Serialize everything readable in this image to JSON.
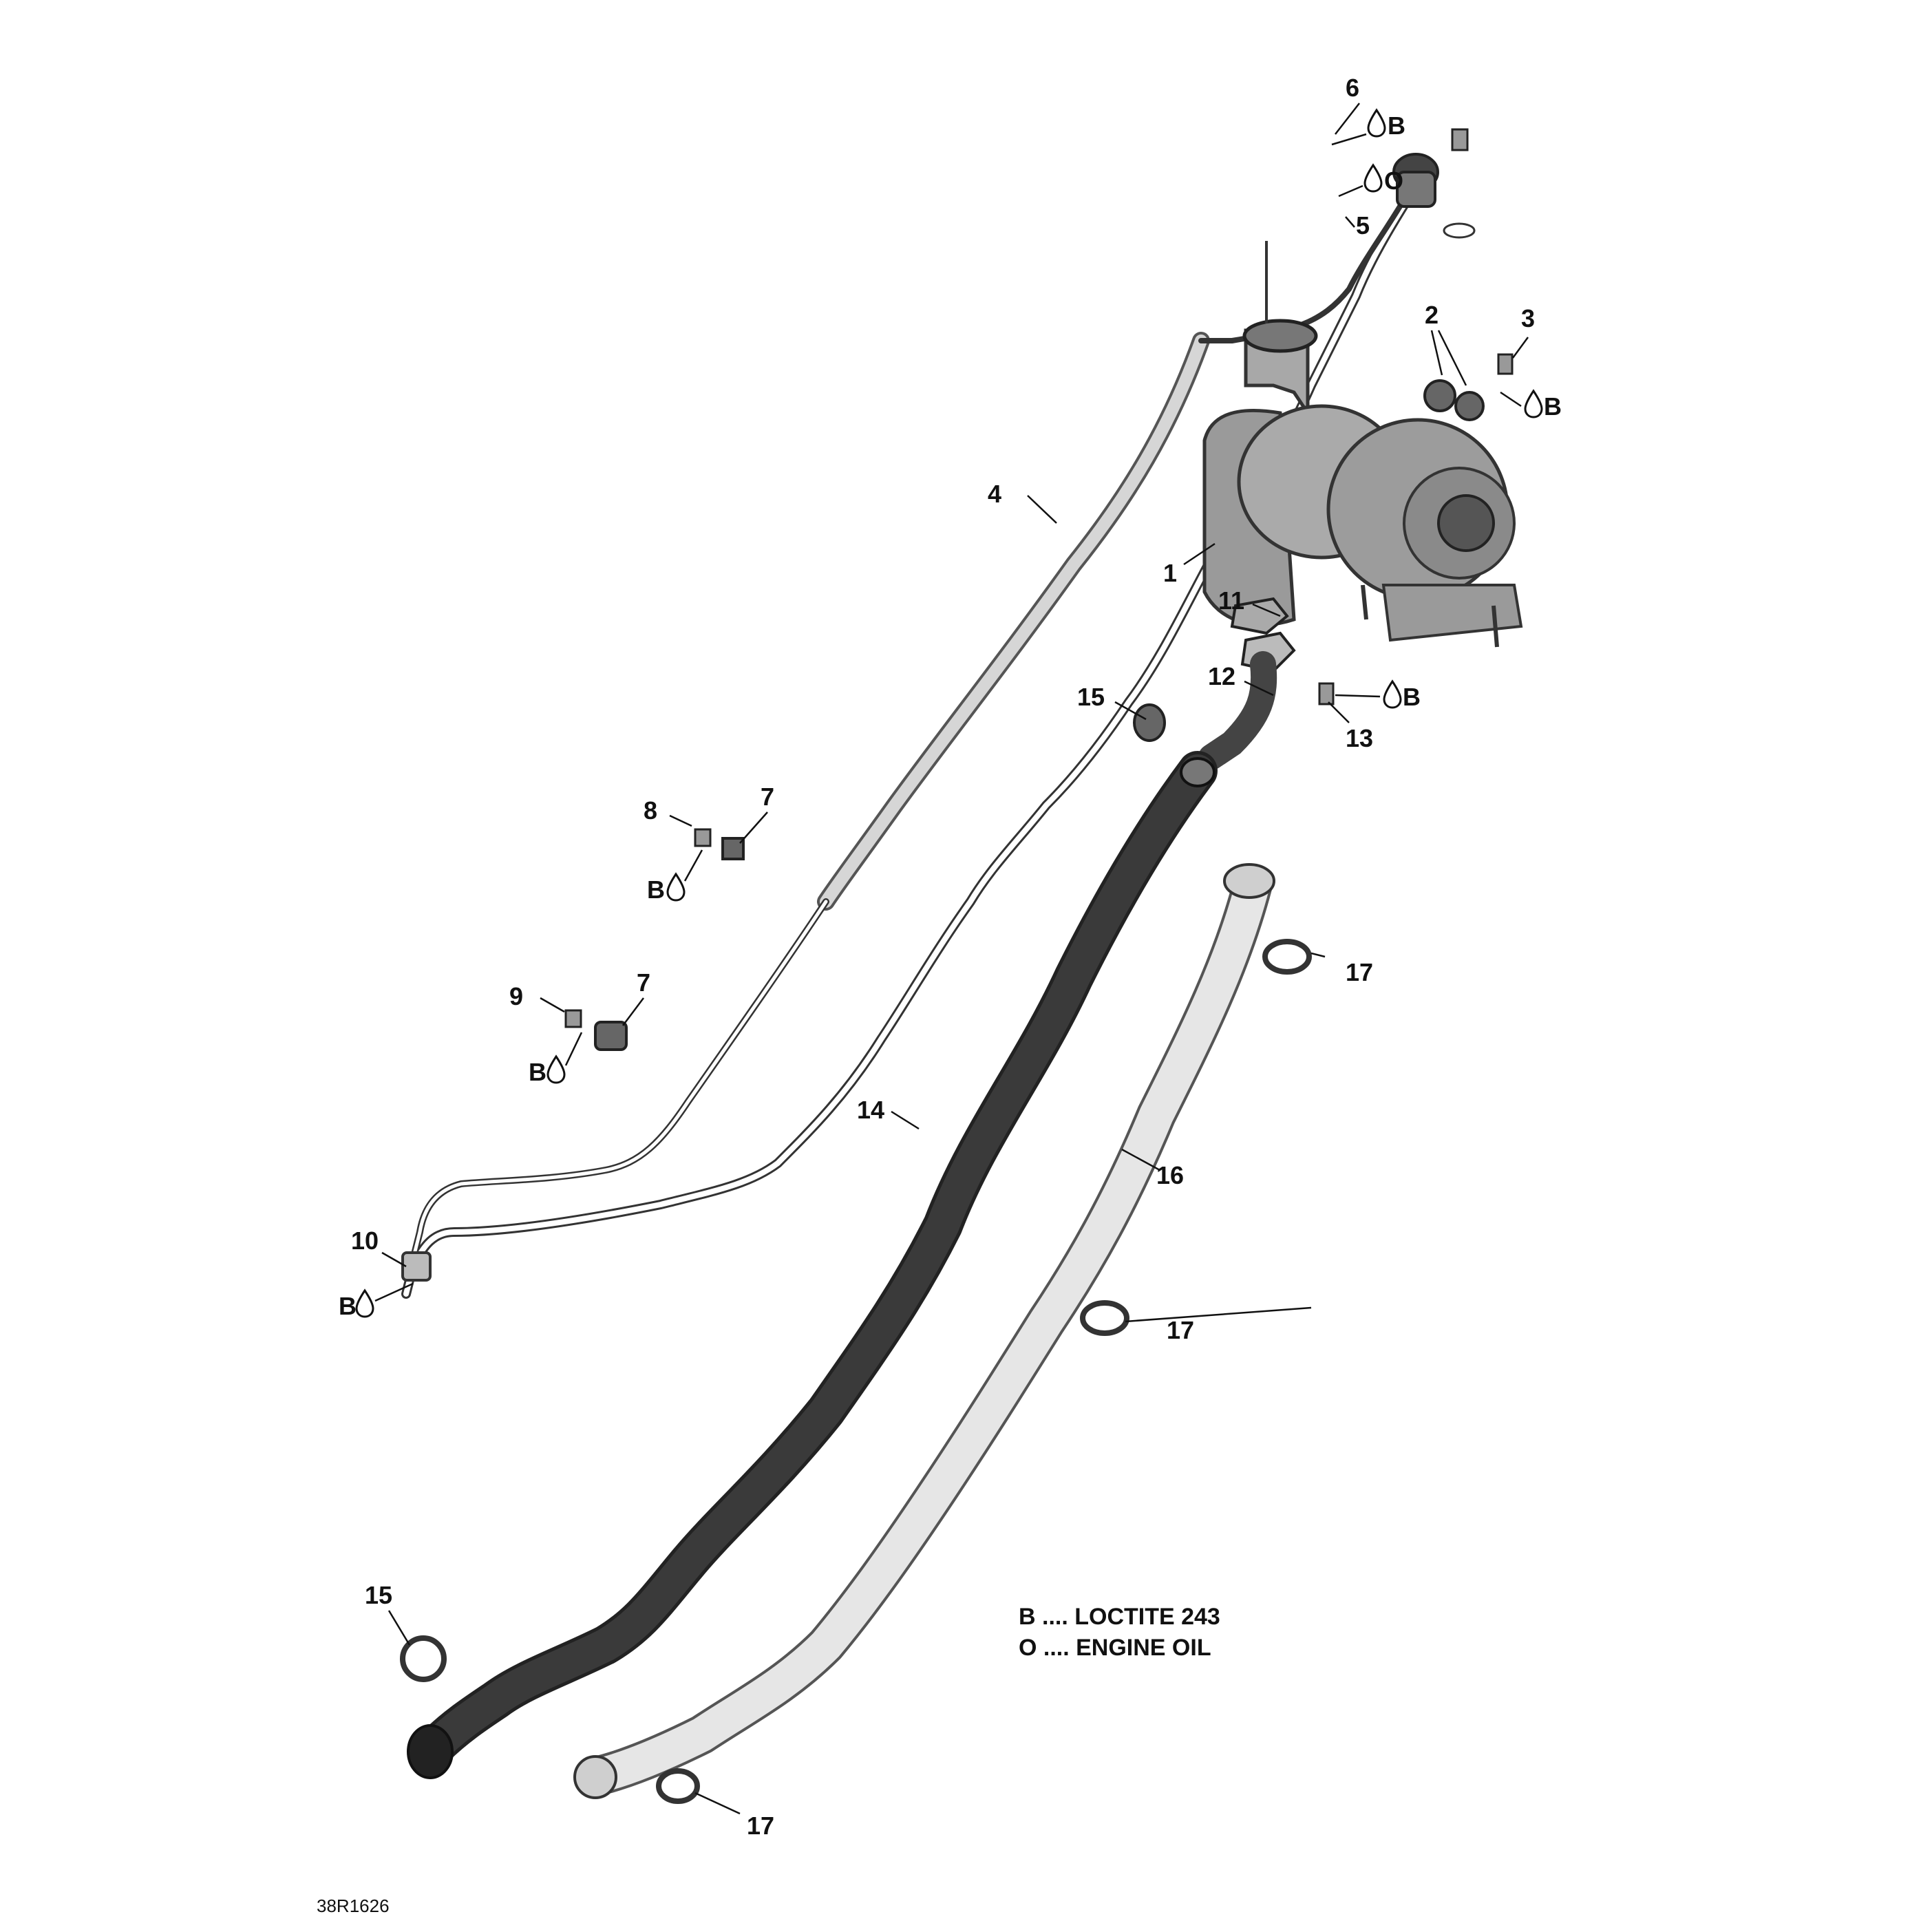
{
  "callouts": {
    "c1": "1",
    "c2": "2",
    "c3": "3",
    "c4": "4",
    "c5": "5",
    "c6": "6",
    "c7a": "7",
    "c7b": "7",
    "c8": "8",
    "c9": "9",
    "c10": "10",
    "c11": "11",
    "c12": "12",
    "c13": "13",
    "c14": "14",
    "c15a": "15",
    "c15b": "15",
    "c16": "16",
    "c17a": "17",
    "c17b": "17",
    "c17c": "17"
  },
  "markers": {
    "m6": "B",
    "m5": "O",
    "m3": "B",
    "m8": "B",
    "m9": "B",
    "m10": "B",
    "m13": "B"
  },
  "legend": {
    "line1": "B .... LOCTITE 243",
    "line2": "O .... ENGINE OIL"
  },
  "doc_id": "38R1626",
  "colors": {
    "hose_dark": "#3a3a3a",
    "hose_light": "#e6e6e6",
    "part_gray": "#9a9a9a",
    "line": "#111111"
  }
}
